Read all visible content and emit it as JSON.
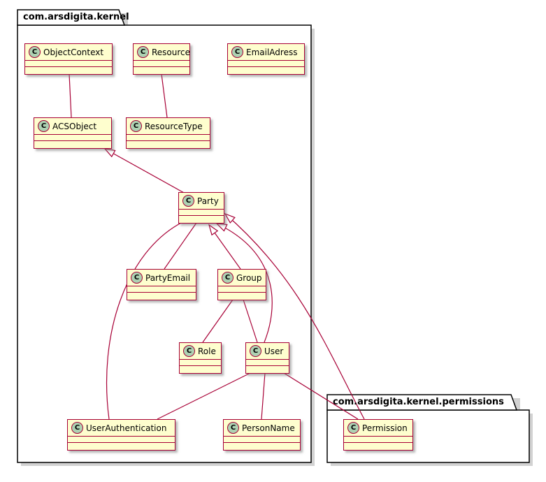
{
  "diagram": {
    "type": "uml-class-diagram",
    "class_icon_letter": "C",
    "packages": {
      "kernel": {
        "label": "com.arsdigita.kernel"
      },
      "permissions": {
        "label": "com.arsdigita.kernel.permissions"
      }
    },
    "classes": {
      "objectcontext": {
        "label": "ObjectContext",
        "package": "kernel"
      },
      "resource": {
        "label": "Resource",
        "package": "kernel"
      },
      "emailadress": {
        "label": "EmailAdress",
        "package": "kernel"
      },
      "acsobject": {
        "label": "ACSObject",
        "package": "kernel"
      },
      "resourcetype": {
        "label": "ResourceType",
        "package": "kernel"
      },
      "party": {
        "label": "Party",
        "package": "kernel"
      },
      "partyemail": {
        "label": "PartyEmail",
        "package": "kernel"
      },
      "group": {
        "label": "Group",
        "package": "kernel"
      },
      "role": {
        "label": "Role",
        "package": "kernel"
      },
      "user": {
        "label": "User",
        "package": "kernel"
      },
      "userauthentication": {
        "label": "UserAuthentication",
        "package": "kernel"
      },
      "personname": {
        "label": "PersonName",
        "package": "kernel"
      },
      "permission": {
        "label": "Permission",
        "package": "permissions"
      }
    },
    "relationships": [
      {
        "from": "ObjectContext",
        "to": "ACSObject",
        "type": "association"
      },
      {
        "from": "Resource",
        "to": "ResourceType",
        "type": "association"
      },
      {
        "from": "Party",
        "to": "ACSObject",
        "type": "generalization"
      },
      {
        "from": "PartyEmail",
        "to": "Party",
        "type": "association"
      },
      {
        "from": "Group",
        "to": "Party",
        "type": "generalization"
      },
      {
        "from": "User",
        "to": "Party",
        "type": "generalization"
      },
      {
        "from": "Permission",
        "to": "Party",
        "type": "generalization"
      },
      {
        "from": "UserAuthentication",
        "to": "Party",
        "type": "association"
      },
      {
        "from": "Role",
        "to": "Group",
        "type": "association"
      },
      {
        "from": "User",
        "to": "Group",
        "type": "association"
      },
      {
        "from": "UserAuthentication",
        "to": "User",
        "type": "association"
      },
      {
        "from": "PersonName",
        "to": "User",
        "type": "association"
      },
      {
        "from": "Permission",
        "to": "User",
        "type": "association"
      }
    ],
    "colors": {
      "class_fill": "#FEFECE",
      "class_border": "#A80036",
      "edge": "#A80036",
      "icon_fill": "#ADD1B2",
      "package_border": "#000000",
      "background": "#FFFFFF"
    }
  }
}
